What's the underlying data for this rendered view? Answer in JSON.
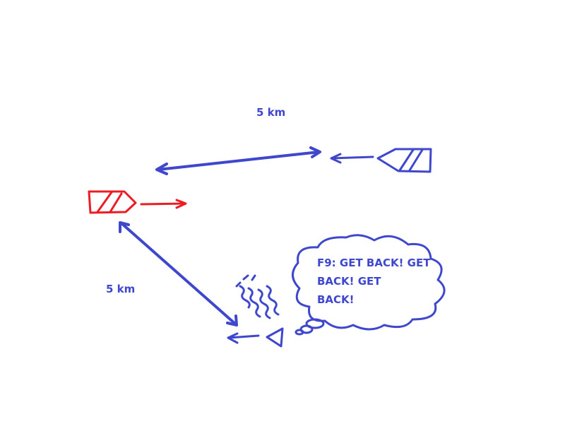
{
  "colors": {
    "blue": "#3f48cc",
    "red": "#ed1c24",
    "background": "#ffffff"
  },
  "labels": {
    "top_distance": "5 km",
    "left_distance": "5 km"
  },
  "thought_bubble": {
    "lines": [
      "F9: GET BACK! GET",
      "BACK! GET",
      "BACK!"
    ]
  },
  "units": [
    {
      "id": "friendly-red",
      "color": "red",
      "shape": "hatched-pentagon",
      "heading": "east"
    },
    {
      "id": "hostile-blue-ship",
      "color": "blue",
      "shape": "hatched-pentagon",
      "heading": "west"
    },
    {
      "id": "hostile-blue-triangle",
      "color": "blue",
      "shape": "triangle",
      "heading": "west"
    }
  ]
}
